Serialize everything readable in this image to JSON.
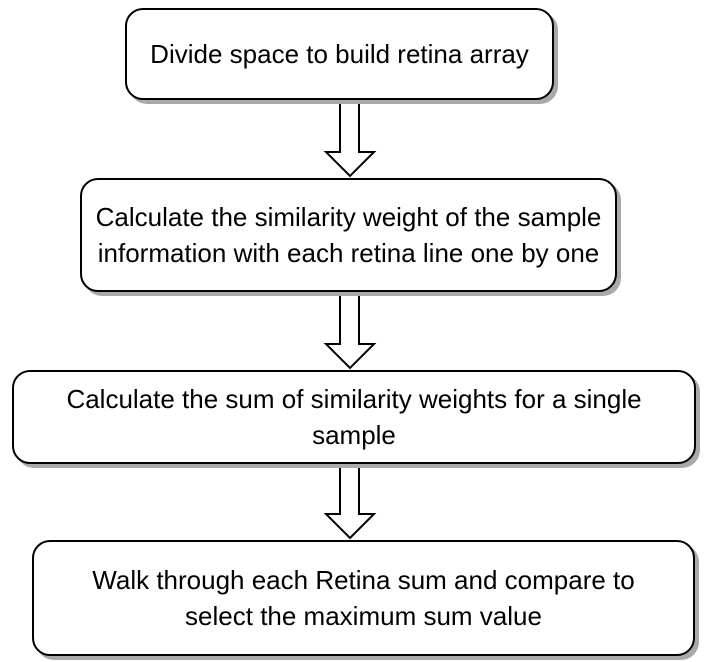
{
  "flowchart": {
    "steps": [
      {
        "text": "Divide space to build retina array"
      },
      {
        "text": "Calculate the similarity weight of the sample information with each retina line one by one"
      },
      {
        "text": "Calculate the sum of similarity weights for a single sample"
      },
      {
        "text": "Walk through each Retina sum and compare to select the maximum sum value"
      }
    ]
  },
  "colors": {
    "box_border": "#000000",
    "box_shadow": "#a9a9a9",
    "text": "#000000",
    "background": "#ffffff"
  }
}
